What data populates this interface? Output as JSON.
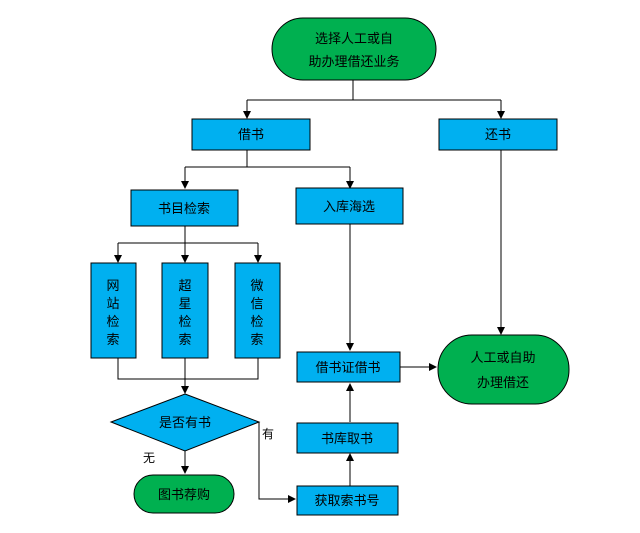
{
  "nodes": {
    "start": "选择人工或自助办理借还业务",
    "borrow": "借书",
    "return": "还书",
    "catalog_search": "书目检索",
    "shelf_browse": "入库海选",
    "web_search": "网站检索",
    "superstar_search": "超星检索",
    "wechat_search": "微信检索",
    "has_book": "是否有书",
    "recommend": "图书荐购",
    "get_callno": "获取索书号",
    "fetch_book": "书库取书",
    "card_borrow": "借书证借书",
    "end": "人工或自助办理借还"
  },
  "edges": {
    "yes": "有",
    "no": "无"
  },
  "colors": {
    "process_fill": "#00b0f0",
    "terminal_fill": "#00b050",
    "stroke": "#000000"
  }
}
